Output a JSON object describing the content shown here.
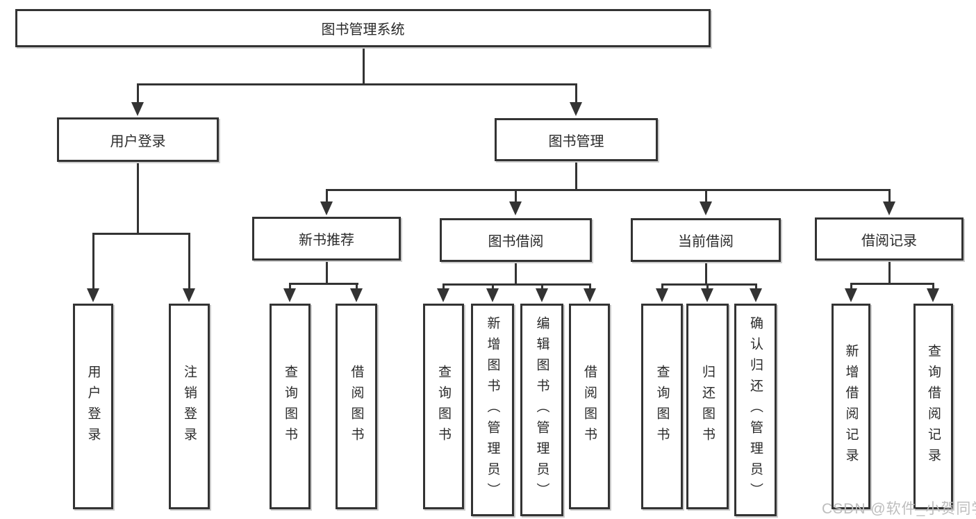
{
  "nodes": {
    "root": "图书管理系统",
    "l1": [
      "用户登录",
      "图书管理"
    ],
    "l2": [
      "新书推荐",
      "图书借阅",
      "当前借阅",
      "借阅记录"
    ],
    "leaves": [
      "用户登录",
      "注销登录",
      "查询图书",
      "借阅图书",
      "查询图书",
      "新增图书（管理员）",
      "编辑图书（管理员）",
      "借阅图书",
      "查询图书",
      "归还图书",
      "确认归还（管理员）",
      "新增借阅记录",
      "查询借阅记录"
    ]
  },
  "watermark": "CSDN @软件_小贺同学",
  "colors": {
    "line": "#333333",
    "text": "#2a2a2a",
    "watermark": "#bdbdbd",
    "background": "#ffffff"
  }
}
